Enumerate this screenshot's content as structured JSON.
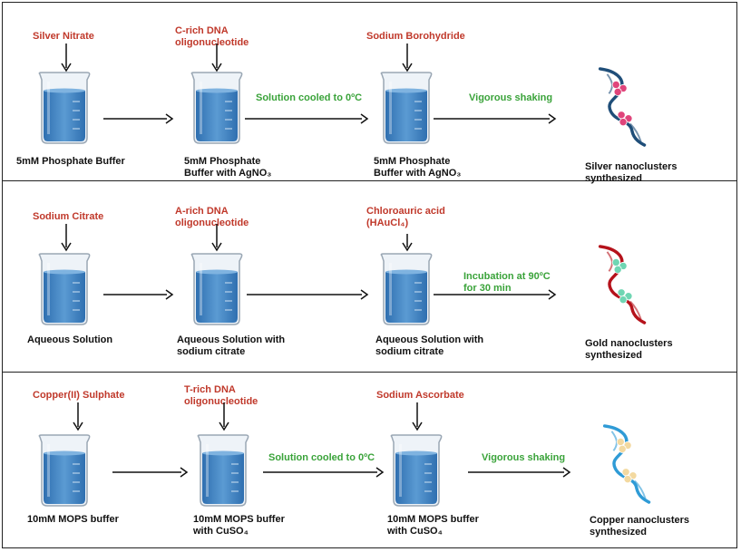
{
  "rows": [
    {
      "reagents": [
        "Silver Nitrate",
        "C-rich DNA oligonucleotide",
        "Sodium Borohydride"
      ],
      "reagent_lines": [
        [
          "Silver Nitrate"
        ],
        [
          "C-rich DNA",
          "oligonucleotide"
        ],
        [
          "Sodium Borohydride"
        ]
      ],
      "conditions": [
        "Solution cooled to 0°C",
        "Vigorous shaking"
      ],
      "condition_lines": [
        [
          "Solution cooled to 0ºC"
        ],
        [
          "Vigorous shaking"
        ]
      ],
      "beaker_labels": [
        [
          "5mM Phosphate Buffer"
        ],
        [
          "5mM Phosphate",
          "Buffer with AgNO₃"
        ],
        [
          "5mM Phosphate",
          "Buffer with AgNO₃"
        ]
      ],
      "product": [
        "Silver nanoclusters",
        "synthesized"
      ],
      "strand_color": "#1f4e79",
      "cluster_color": "#e0457b"
    },
    {
      "reagent_lines": [
        [
          "Sodium Citrate"
        ],
        [
          "A-rich DNA",
          "oligonucleotide"
        ],
        [
          "Chloroauric acid",
          "(HAuCl₄)"
        ]
      ],
      "condition_lines": [
        [
          "Incubation at 90ºC",
          "for 30 min"
        ]
      ],
      "beaker_labels": [
        [
          "Aqueous Solution"
        ],
        [
          "Aqueous Solution with",
          "sodium citrate"
        ],
        [
          "Aqueous Solution with",
          "sodium citrate"
        ]
      ],
      "product": [
        "Gold nanoclusters",
        "synthesized"
      ],
      "strand_color": "#b5121b",
      "cluster_color": "#6fd6b3"
    },
    {
      "reagent_lines": [
        [
          "Copper(II) Sulphate"
        ],
        [
          "T-rich DNA",
          "oligonucleotide"
        ],
        [
          "Sodium Ascorbate"
        ]
      ],
      "condition_lines": [
        [
          "Solution cooled to 0ºC"
        ],
        [
          "Vigorous shaking"
        ]
      ],
      "beaker_labels": [
        [
          "10mM MOPS buffer"
        ],
        [
          "10mM MOPS buffer",
          "with CuSO₄"
        ],
        [
          "10mM MOPS buffer",
          "with CuSO₄"
        ]
      ],
      "product": [
        "Copper nanoclusters",
        "synthesized"
      ],
      "strand_color": "#2f9bd6",
      "cluster_color": "#f3d9a0"
    }
  ],
  "colors": {
    "reagent": "#c0392b",
    "condition": "#3aa33a",
    "liquid": "#2f6fb0",
    "liquid_light": "#5b9bd3"
  }
}
